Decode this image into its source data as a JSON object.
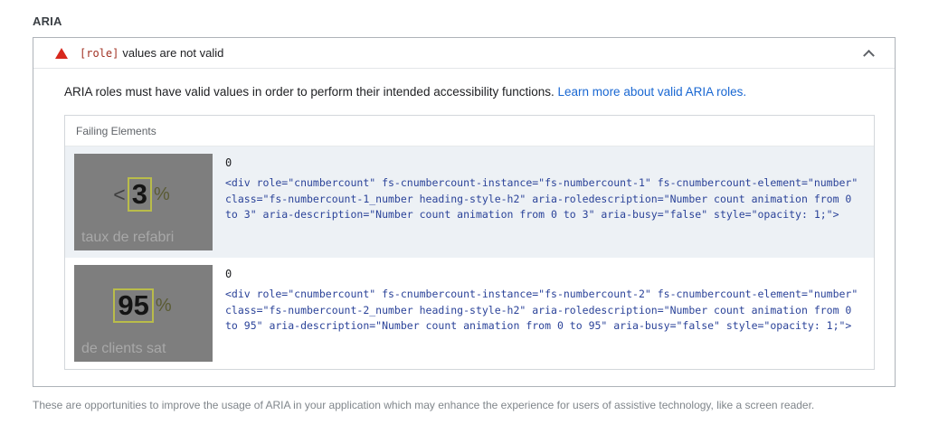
{
  "section": {
    "title": "ARIA",
    "footer": "These are opportunities to improve the usage of ARIA in your application which may enhance the experience for users of assistive technology, like a screen reader."
  },
  "audit": {
    "title_code": "[role]",
    "title_text": "values are not valid",
    "description": "ARIA roles must have valid values in order to perform their intended accessibility functions.",
    "link_text": "Learn more about valid ARIA roles.",
    "table_header": "Failing Elements",
    "items": [
      {
        "node_label": "0",
        "snippet": "<div role=\"cnumbercount\" fs-cnumbercount-instance=\"fs-numbercount-1\" fs-cnumbercount-element=\"number\" class=\"fs-numbercount-1_number heading-style-h2\" aria-roledescription=\"Number count animation from 0 to 3\" aria-description=\"Number count animation from 0 to 3\" aria-busy=\"false\" style=\"opacity: 1;\">",
        "thumb": {
          "prefix": "<",
          "number": "3",
          "suffix": "%",
          "caption": "taux de refabri"
        }
      },
      {
        "node_label": "0",
        "snippet": "<div role=\"cnumbercount\" fs-cnumbercount-instance=\"fs-numbercount-2\" fs-cnumbercount-element=\"number\" class=\"fs-numbercount-2_number heading-style-h2\" aria-roledescription=\"Number count animation from 0 to 95\" aria-description=\"Number count animation from 0 to 95\" aria-busy=\"false\" style=\"opacity: 1;\">",
        "thumb": {
          "prefix": "",
          "number": "95",
          "suffix": "%",
          "caption": "de clients sat"
        }
      }
    ]
  },
  "colors": {
    "fail_red": "#d7281d",
    "title_code_red": "#a23325",
    "link_blue": "#1967d2",
    "snippet_blue": "#2b4399",
    "thumb_gray": "#7e7e7e",
    "highlight_yellow": "#b9bc4a",
    "row_alt_bg": "#edf1f5"
  }
}
